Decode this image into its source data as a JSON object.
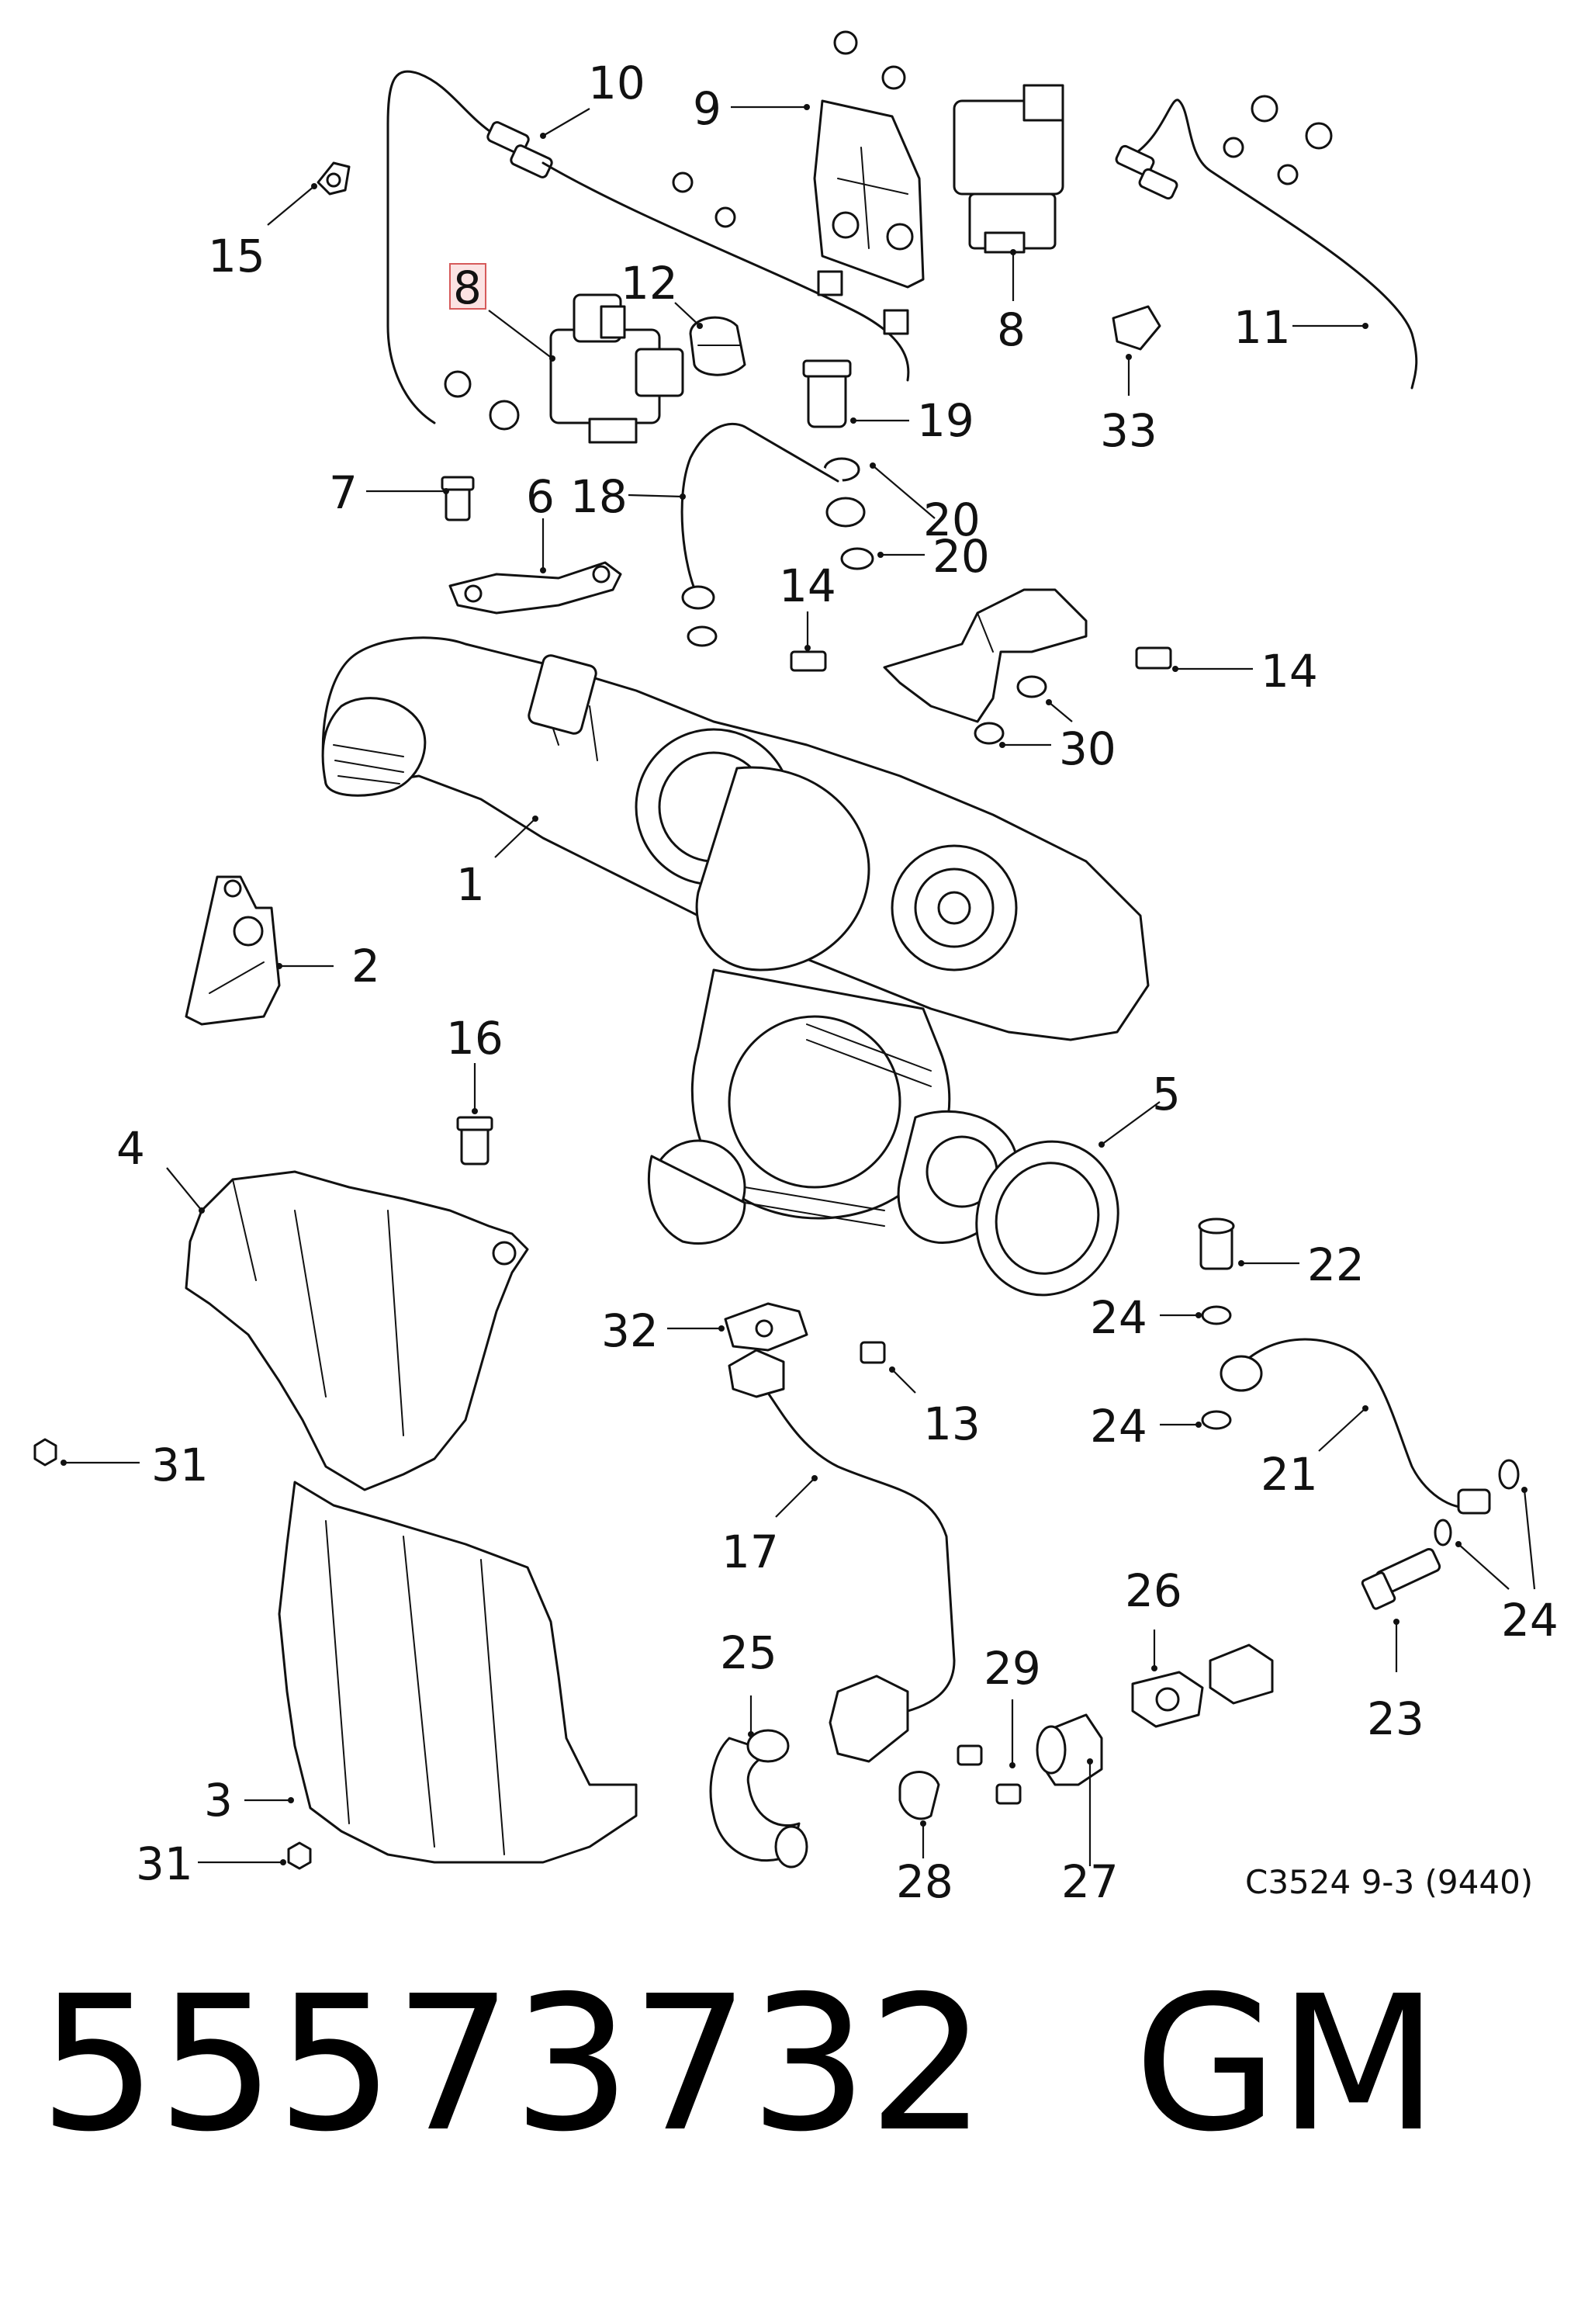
{
  "diagram": {
    "caption": "C3524 9-3 (9440)",
    "highlight_color": "#d65a5a",
    "callouts": [
      {
        "id": "c1",
        "label": "1"
      },
      {
        "id": "c2",
        "label": "2"
      },
      {
        "id": "c3",
        "label": "3"
      },
      {
        "id": "c4",
        "label": "4"
      },
      {
        "id": "c5",
        "label": "5"
      },
      {
        "id": "c6",
        "label": "6"
      },
      {
        "id": "c7",
        "label": "7"
      },
      {
        "id": "c8a",
        "label": "8",
        "highlighted": true
      },
      {
        "id": "c8b",
        "label": "8"
      },
      {
        "id": "c9",
        "label": "9"
      },
      {
        "id": "c10",
        "label": "10"
      },
      {
        "id": "c11",
        "label": "11"
      },
      {
        "id": "c12",
        "label": "12"
      },
      {
        "id": "c13",
        "label": "13"
      },
      {
        "id": "c14a",
        "label": "14"
      },
      {
        "id": "c14b",
        "label": "14"
      },
      {
        "id": "c15",
        "label": "15"
      },
      {
        "id": "c16",
        "label": "16"
      },
      {
        "id": "c17",
        "label": "17"
      },
      {
        "id": "c18",
        "label": "18"
      },
      {
        "id": "c19",
        "label": "19"
      },
      {
        "id": "c20a",
        "label": "20"
      },
      {
        "id": "c20b",
        "label": "20"
      },
      {
        "id": "c21",
        "label": "21"
      },
      {
        "id": "c22",
        "label": "22"
      },
      {
        "id": "c23",
        "label": "23"
      },
      {
        "id": "c24a",
        "label": "24"
      },
      {
        "id": "c24b",
        "label": "24"
      },
      {
        "id": "c24c",
        "label": "24"
      },
      {
        "id": "c25",
        "label": "25"
      },
      {
        "id": "c26",
        "label": "26"
      },
      {
        "id": "c27",
        "label": "27"
      },
      {
        "id": "c28",
        "label": "28"
      },
      {
        "id": "c29",
        "label": "29"
      },
      {
        "id": "c30",
        "label": "30"
      },
      {
        "id": "c31a",
        "label": "31"
      },
      {
        "id": "c31b",
        "label": "31"
      },
      {
        "id": "c32",
        "label": "32"
      },
      {
        "id": "c33",
        "label": "33"
      }
    ]
  },
  "part_number": {
    "number": "55573732",
    "brand": "GM"
  }
}
